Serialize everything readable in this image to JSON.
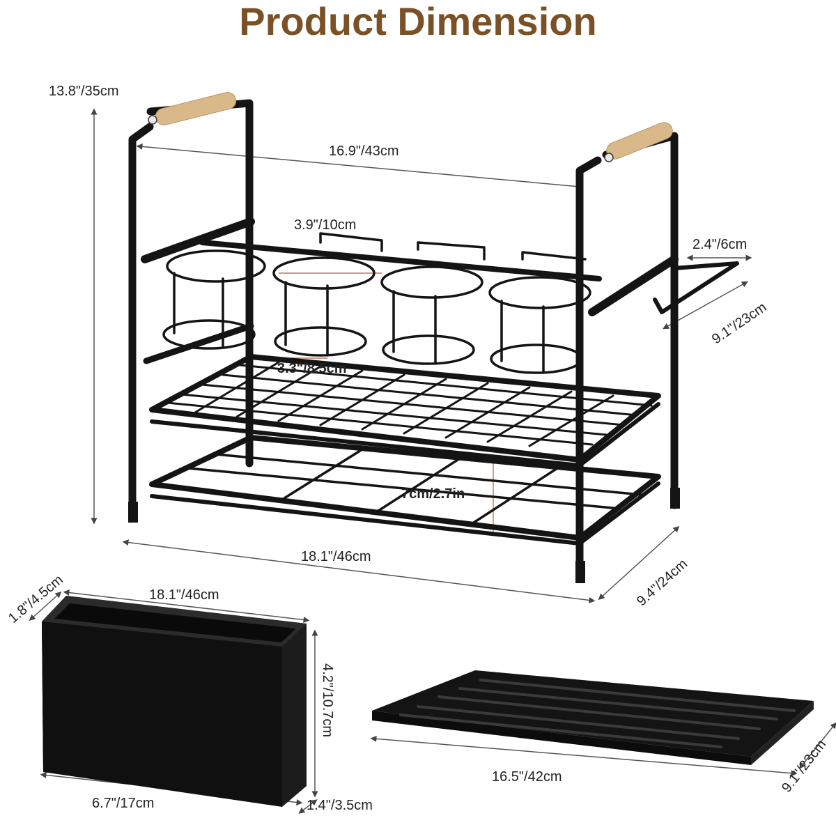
{
  "title": "Product Dimension",
  "rack": {
    "height": "13.8\"/35cm",
    "handle_span": "16.9\"/43cm",
    "cup_diameter": "3.9\"/10cm",
    "hook_length": "2.4\"/6cm",
    "hook_depth": "9.1\"/23cm",
    "cup_bottom": "3.3\"/8.5cm",
    "shelf_gap": "7cm/2.7in",
    "length": "18.1\"/46cm",
    "depth": "9.4\"/24cm"
  },
  "bin": {
    "top_depth": "1.8\"/4.5cm",
    "length": "18.1\"/46cm",
    "height": "4.2\"/10.7cm",
    "width": "6.7\"/17cm",
    "bottom_depth": "1.4\"/3.5cm"
  },
  "tray": {
    "length": "16.5\"/42cm",
    "width": "9.1\"/23cm"
  },
  "colors": {
    "title": "#7a5126",
    "metal": "#141414",
    "wood": "#d9b88a",
    "guide": "#b85a4a"
  }
}
